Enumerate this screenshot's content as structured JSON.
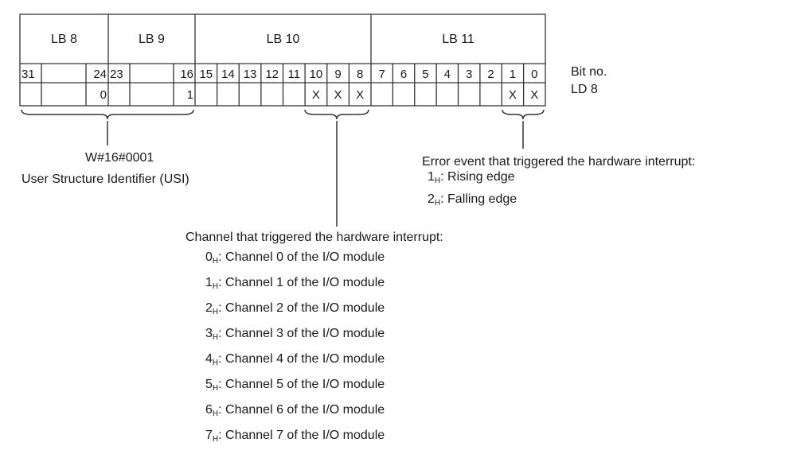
{
  "table": {
    "bytes": [
      "LB 8",
      "LB 9",
      "LB 10",
      "LB 11"
    ],
    "bit_row_label": "Bit no.",
    "value_row_label": "LD 8",
    "bit_cells": [
      "31",
      "",
      "24",
      "23",
      "",
      "16",
      "15",
      "14",
      "13",
      "12",
      "11",
      "10",
      "9",
      "8",
      "7",
      "6",
      "5",
      "4",
      "3",
      "2",
      "1",
      "0"
    ],
    "value_cells": [
      "",
      "",
      "0",
      "",
      "",
      "1",
      "",
      "",
      "",
      "",
      "",
      "X",
      "X",
      "X",
      "",
      "",
      "",
      "",
      "",
      "",
      "X",
      "X"
    ]
  },
  "usi": {
    "value": "W#16#0001",
    "label": "User Structure Identifier (USI)"
  },
  "error_event": {
    "title": "Error event that triggered the hardware interrupt:",
    "items": [
      {
        "code": "1",
        "sub": "H",
        "text": ": Rising edge"
      },
      {
        "code": "2",
        "sub": "H",
        "text": ": Falling edge"
      }
    ]
  },
  "channel": {
    "title": "Channel that triggered the hardware interrupt:",
    "items": [
      {
        "code": "0",
        "sub": "H",
        "text": ": Channel 0 of the I/O module"
      },
      {
        "code": "1",
        "sub": "H",
        "text": ": Channel 1 of the I/O module"
      },
      {
        "code": "2",
        "sub": "H",
        "text": ": Channel 2 of the I/O module"
      },
      {
        "code": "3",
        "sub": "H",
        "text": ": Channel 3 of the I/O module"
      },
      {
        "code": "4",
        "sub": "H",
        "text": ": Channel 4 of the I/O module"
      },
      {
        "code": "5",
        "sub": "H",
        "text": ": Channel 5 of the I/O module"
      },
      {
        "code": "6",
        "sub": "H",
        "text": ": Channel 6 of the I/O module"
      },
      {
        "code": "7",
        "sub": "H",
        "text": ": Channel 7 of the I/O module"
      }
    ]
  }
}
